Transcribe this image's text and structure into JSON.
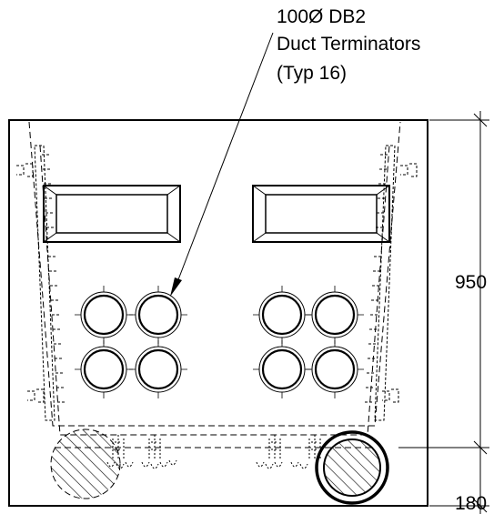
{
  "callout": {
    "line1": "100Ø DB2",
    "line2": "Duct Terminators",
    "line3": "(Typ 16)"
  },
  "dimensions": {
    "height_upper": "950",
    "height_lower": "180"
  },
  "colors": {
    "line": "#000000",
    "background": "#ffffff"
  }
}
